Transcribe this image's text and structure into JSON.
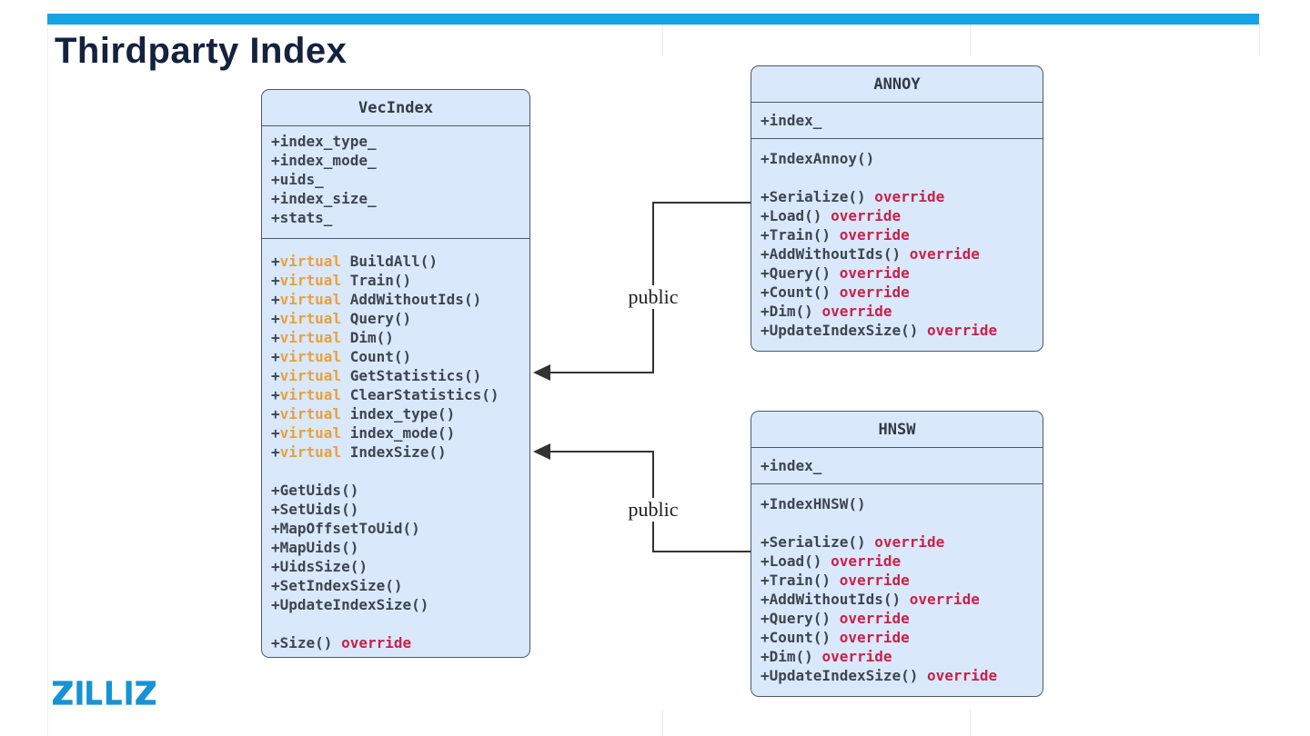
{
  "slide": {
    "title": "Thirdparty Index",
    "logo_text": "ZILLIZ",
    "accent_bar_color": "#17a4e4",
    "logo_color": "#1793d3"
  },
  "colors": {
    "box_fill": "#d9e8fb",
    "box_border": "#4d5a68",
    "virtual_keyword": "#e8a13c",
    "override_keyword": "#c8224a",
    "method_text": "#3c4650",
    "arrow": "#333333"
  },
  "keywords": {
    "virtual": "virtual",
    "override": "override"
  },
  "classes": {
    "vecindex": {
      "name": "VecIndex",
      "attributes": [
        "+index_type_",
        "+index_mode_",
        "+uids_",
        "+index_size_",
        "+stats_"
      ],
      "virtual_methods": [
        "BuildAll()",
        "Train()",
        "AddWithoutIds()",
        "Query()",
        "Dim()",
        "Count()",
        "GetStatistics()",
        "ClearStatistics()",
        "index_type()",
        "index_mode()",
        "IndexSize()"
      ],
      "plain_methods": [
        "+GetUids()",
        "+SetUids()",
        "+MapOffsetToUid()",
        "+MapUids()",
        "+UidsSize()",
        "+SetIndexSize()",
        "+UpdateIndexSize()"
      ],
      "override_method": "+Size()"
    },
    "annoy": {
      "name": "ANNOY",
      "attributes": [
        "+index_"
      ],
      "constructor_method": "+IndexAnnoy()",
      "override_methods": [
        "+Serialize()",
        "+Load()",
        "+Train()",
        "+AddWithoutIds()",
        "+Query()",
        "+Count()",
        "+Dim()",
        "+UpdateIndexSize()"
      ]
    },
    "hnsw": {
      "name": "HNSW",
      "attributes": [
        "+index_"
      ],
      "constructor_method": "+IndexHNSW()",
      "override_methods": [
        "+Serialize()",
        "+Load()",
        "+Train()",
        "+AddWithoutIds()",
        "+Query()",
        "+Count()",
        "+Dim()",
        "+UpdateIndexSize()"
      ]
    }
  },
  "edges": {
    "annoy": {
      "label": "public"
    },
    "hnsw": {
      "label": "public"
    }
  }
}
